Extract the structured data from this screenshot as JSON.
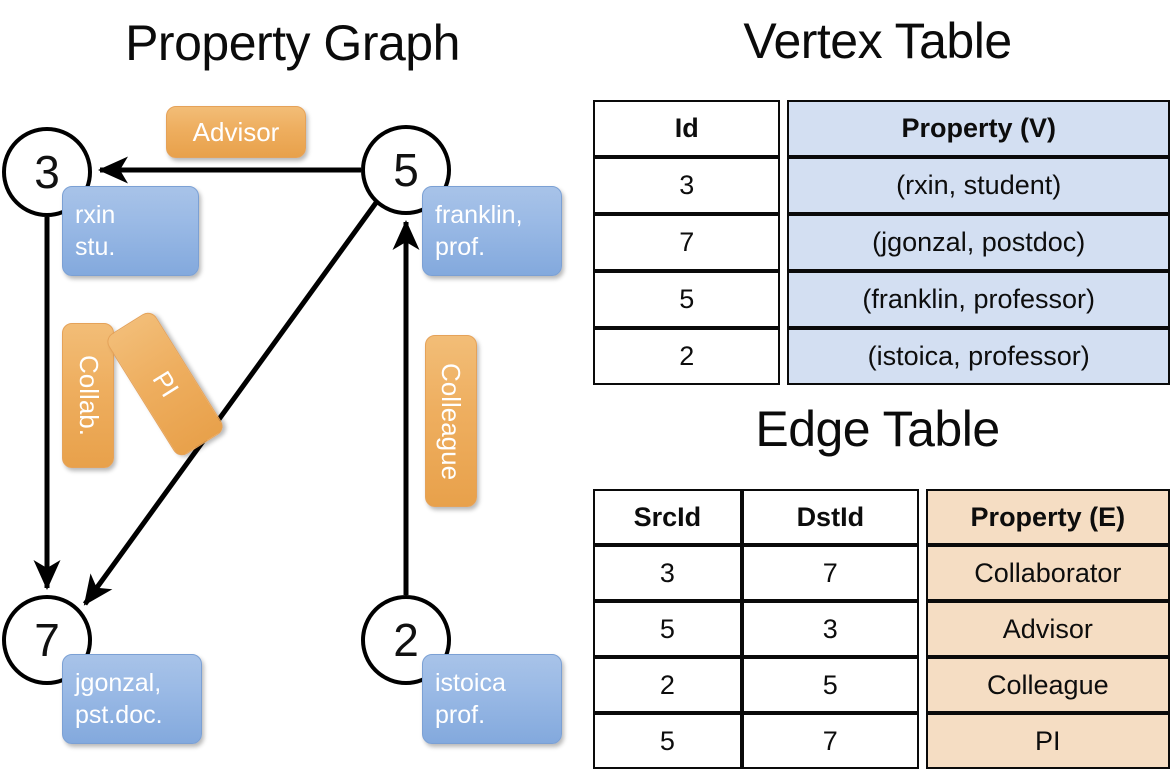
{
  "titles": {
    "property_graph": "Property Graph",
    "vertex_table": "Vertex Table",
    "edge_table": "Edge Table"
  },
  "graph": {
    "nodes": [
      {
        "id": "3",
        "label": "3",
        "property_lines": [
          "rxin",
          "stu."
        ]
      },
      {
        "id": "5",
        "label": "5",
        "property_lines": [
          "franklin,",
          "prof."
        ]
      },
      {
        "id": "7",
        "label": "7",
        "property_lines": [
          "jgonzal,",
          "pst.doc."
        ]
      },
      {
        "id": "2",
        "label": "2",
        "property_lines": [
          "istoica",
          "prof."
        ]
      }
    ],
    "edge_labels": {
      "advisor": "Advisor",
      "collab": "Collab.",
      "pi": "PI",
      "colleague": "Colleague"
    },
    "edges": [
      {
        "from": "5",
        "to": "3",
        "label": "Advisor"
      },
      {
        "from": "3",
        "to": "7",
        "label": "Collab."
      },
      {
        "from": "5",
        "to": "7",
        "label": "PI"
      },
      {
        "from": "2",
        "to": "5",
        "label": "Colleague"
      }
    ]
  },
  "vertex_table": {
    "headers": [
      "Id",
      "Property (V)"
    ],
    "rows": [
      {
        "id": "3",
        "property": "(rxin, student)"
      },
      {
        "id": "7",
        "property": "(jgonzal, postdoc)"
      },
      {
        "id": "5",
        "property": "(franklin, professor)"
      },
      {
        "id": "2",
        "property": "(istoica, professor)"
      }
    ]
  },
  "edge_table": {
    "headers": [
      "SrcId",
      "DstId",
      "Property (E)"
    ],
    "rows": [
      {
        "src": "3",
        "dst": "7",
        "property": "Collaborator"
      },
      {
        "src": "5",
        "dst": "3",
        "property": "Advisor"
      },
      {
        "src": "2",
        "dst": "5",
        "property": "Colleague"
      },
      {
        "src": "5",
        "dst": "7",
        "property": "PI"
      }
    ]
  },
  "colors": {
    "vertex_property_fill": "#d3dff2",
    "edge_property_fill": "#f5ddc3",
    "vertex_box_blue": "#9cbbe6",
    "edge_box_orange": "#eeae5f",
    "border": "#0a0a0a",
    "background": "#ffffff"
  }
}
